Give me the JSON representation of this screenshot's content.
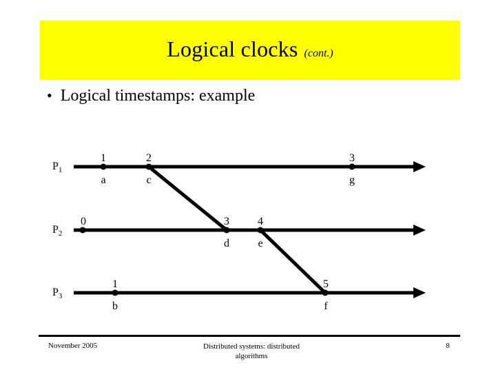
{
  "slide": {
    "title_main": "Logical clocks",
    "title_suffix": "(cont.)",
    "banner_color": "#ffff00",
    "bullet_marker": "•",
    "bullet_text": "Logical timestamps: example"
  },
  "diagram": {
    "processes": [
      {
        "id": "P1",
        "label": "P",
        "subscript": "1"
      },
      {
        "id": "P2",
        "label": "P",
        "subscript": "2"
      },
      {
        "id": "P3",
        "label": "P",
        "subscript": "3"
      }
    ],
    "events": [
      {
        "process": "P1",
        "timestamp": "1",
        "name": "a"
      },
      {
        "process": "P1",
        "timestamp": "2",
        "name": "c"
      },
      {
        "process": "P1",
        "timestamp": "3",
        "name": "g"
      },
      {
        "process": "P2",
        "timestamp": "0",
        "name": ""
      },
      {
        "process": "P2",
        "timestamp": "3",
        "name": "d"
      },
      {
        "process": "P2",
        "timestamp": "4",
        "name": "e"
      },
      {
        "process": "P3",
        "timestamp": "1",
        "name": "b"
      },
      {
        "process": "P3",
        "timestamp": "5",
        "name": "f"
      }
    ],
    "messages": [
      {
        "from": "c",
        "to": "d"
      },
      {
        "from": "e",
        "to": "f"
      }
    ],
    "line_color": "#000000"
  },
  "footer": {
    "date": "November 2005",
    "center_line1": "Distributed systems: distributed",
    "center_line2": "algorithms",
    "page_number": "8"
  }
}
